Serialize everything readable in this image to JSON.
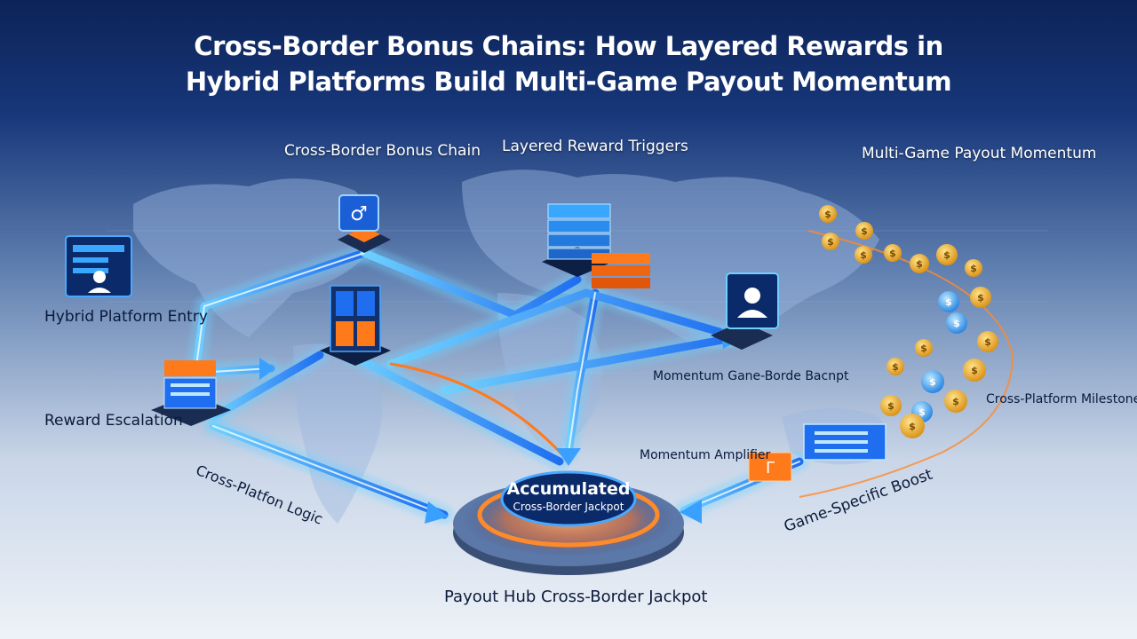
{
  "title": {
    "line1": "Cross-Border Bonus Chains: How Layered Rewards in",
    "line2": "Hybrid Platforms Build Multi-Game Payout Momentum"
  },
  "labels": {
    "cross_border_chain": [
      "Cross-Border",
      "Bonus Chain"
    ],
    "layered_triggers": [
      "Layered",
      "Reward Triggers"
    ],
    "multi_game": [
      "Multi-Game",
      "Payout",
      "Momentum"
    ],
    "hybrid_entry": [
      "Hybrid",
      "Platform",
      "Entry"
    ],
    "reward_escalation": [
      "Reward",
      "Escalation"
    ],
    "momentum_backpot": [
      "Momentum",
      "Gane-Borde Bacnpt"
    ],
    "cross_platform_milestone": [
      "Cross-Platform",
      "Milestone"
    ],
    "momentum_amplifier": [
      "Momentum",
      "Amplifier"
    ],
    "cross_platform_logic": "Cross-Platfon Logic",
    "game_specific_boost": "Game-Specific Boost",
    "hub_main": "Accumulated",
    "hub_sub": "Cross-Border Jackpot",
    "payout_hub": [
      "Payout Hub",
      "Cross-Border Jackpot"
    ]
  },
  "icons": {
    "coin_symbol": "$"
  },
  "colors": {
    "accent_blue": "#2f8bff",
    "accent_orange": "#ff7a1a",
    "coin_gold": "#f3b52a",
    "coin_blue": "#3aa7ff"
  }
}
